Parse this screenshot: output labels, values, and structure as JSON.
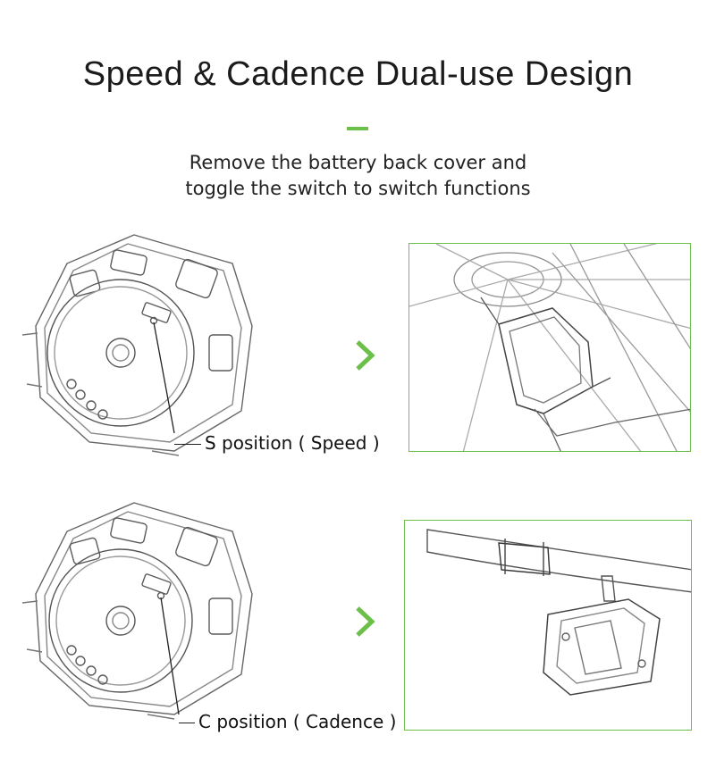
{
  "header": {
    "title": "Speed & Cadence Dual-use Design",
    "subtitle_line1": "Remove the battery back cover and",
    "subtitle_line2": "toggle the switch to switch functions"
  },
  "rows": [
    {
      "label": "S position ( Speed )",
      "illustration": "wheel-hub-mount"
    },
    {
      "label": "C position ( Cadence )",
      "illustration": "crank-pedal-mount"
    }
  ],
  "colors": {
    "accent": "#6cc04a",
    "line": "#555555"
  },
  "icons": {
    "arrow": "chevron-right-icon"
  }
}
